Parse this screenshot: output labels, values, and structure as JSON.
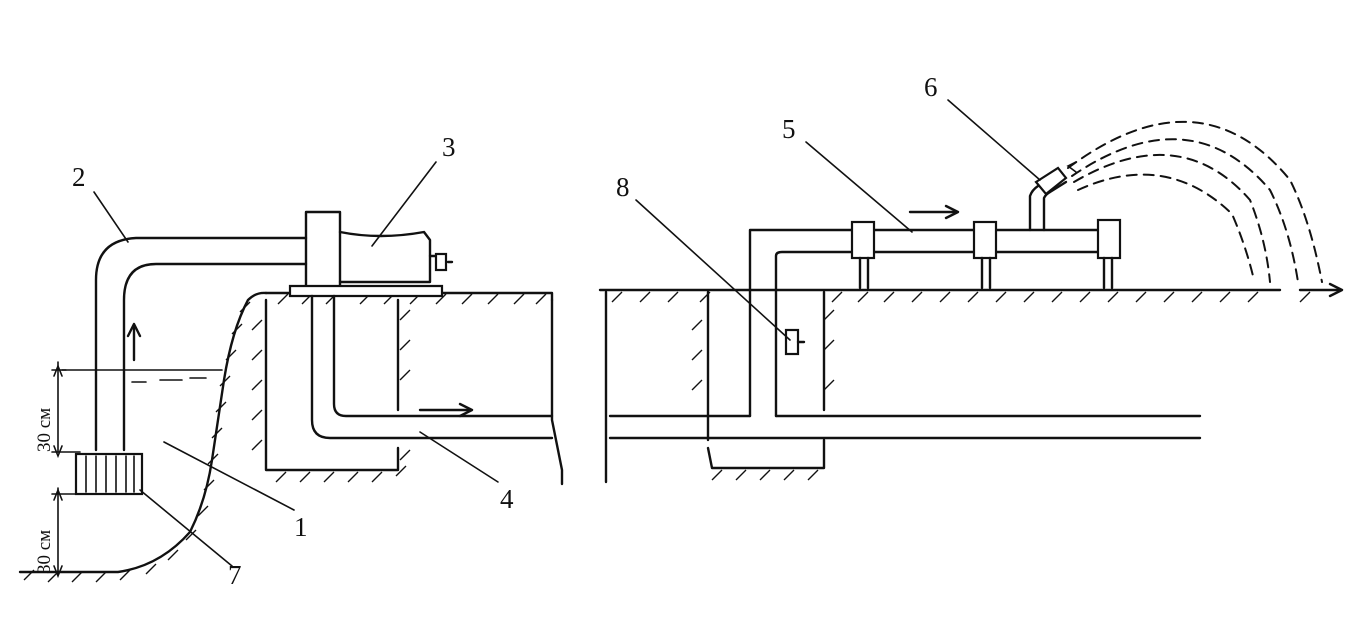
{
  "labels": {
    "l1": "1",
    "l2": "2",
    "l3": "3",
    "l4": "4",
    "l5": "5",
    "l6": "6",
    "l7": "7",
    "l8": "8"
  },
  "dimensions": {
    "upper": "30 см",
    "lower": "30 см"
  }
}
